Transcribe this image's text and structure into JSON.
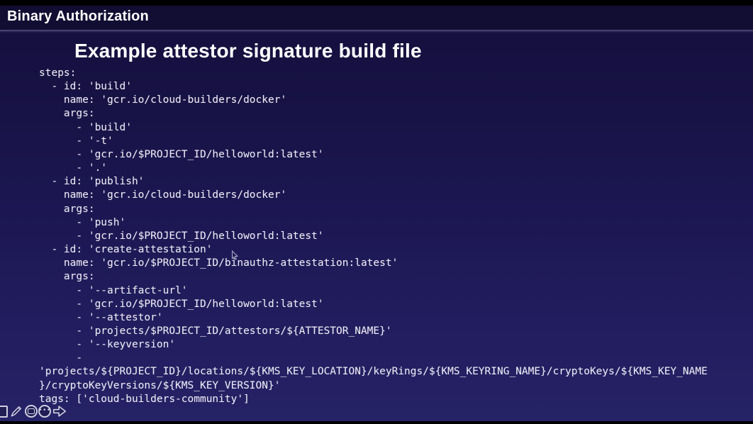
{
  "header": {
    "title": "Binary Authorization"
  },
  "slide": {
    "title": "Example attestor signature build file",
    "code_lines": [
      "steps:",
      "  - id: 'build'",
      "    name: 'gcr.io/cloud-builders/docker'",
      "    args:",
      "      - 'build'",
      "      - '-t'",
      "      - 'gcr.io/$PROJECT_ID/helloworld:latest'",
      "      - '.'",
      "  - id: 'publish'",
      "    name: 'gcr.io/cloud-builders/docker'",
      "    args:",
      "      - 'push'",
      "      - 'gcr.io/$PROJECT_ID/helloworld:latest'",
      "  - id: 'create-attestation'",
      "    name: 'gcr.io/$PROJECT_ID/binauthz-attestation:latest'",
      "    args:",
      "      - '--artifact-url'",
      "      - 'gcr.io/$PROJECT_ID/helloworld:latest'",
      "      - '--attestor'",
      "      - 'projects/$PROJECT_ID/attestors/${ATTESTOR_NAME}'",
      "      - '--keyversion'",
      "      -",
      "'projects/${PROJECT_ID}/locations/${KMS_KEY_LOCATION}/keyRings/${KMS_KEYRING_NAME}/cryptoKeys/${KMS_KEY_NAME",
      "}/cryptoKeyVersions/${KMS_KEY_VERSION}'",
      "tags: ['cloud-builders-community']"
    ]
  },
  "toolbar": {
    "dots_glyph": "•••"
  },
  "colors": {
    "background_top": "#120e38",
    "background_bottom": "#262267",
    "header_band": "#110d33",
    "divider": "#46416f",
    "text": "#eceaf4"
  }
}
